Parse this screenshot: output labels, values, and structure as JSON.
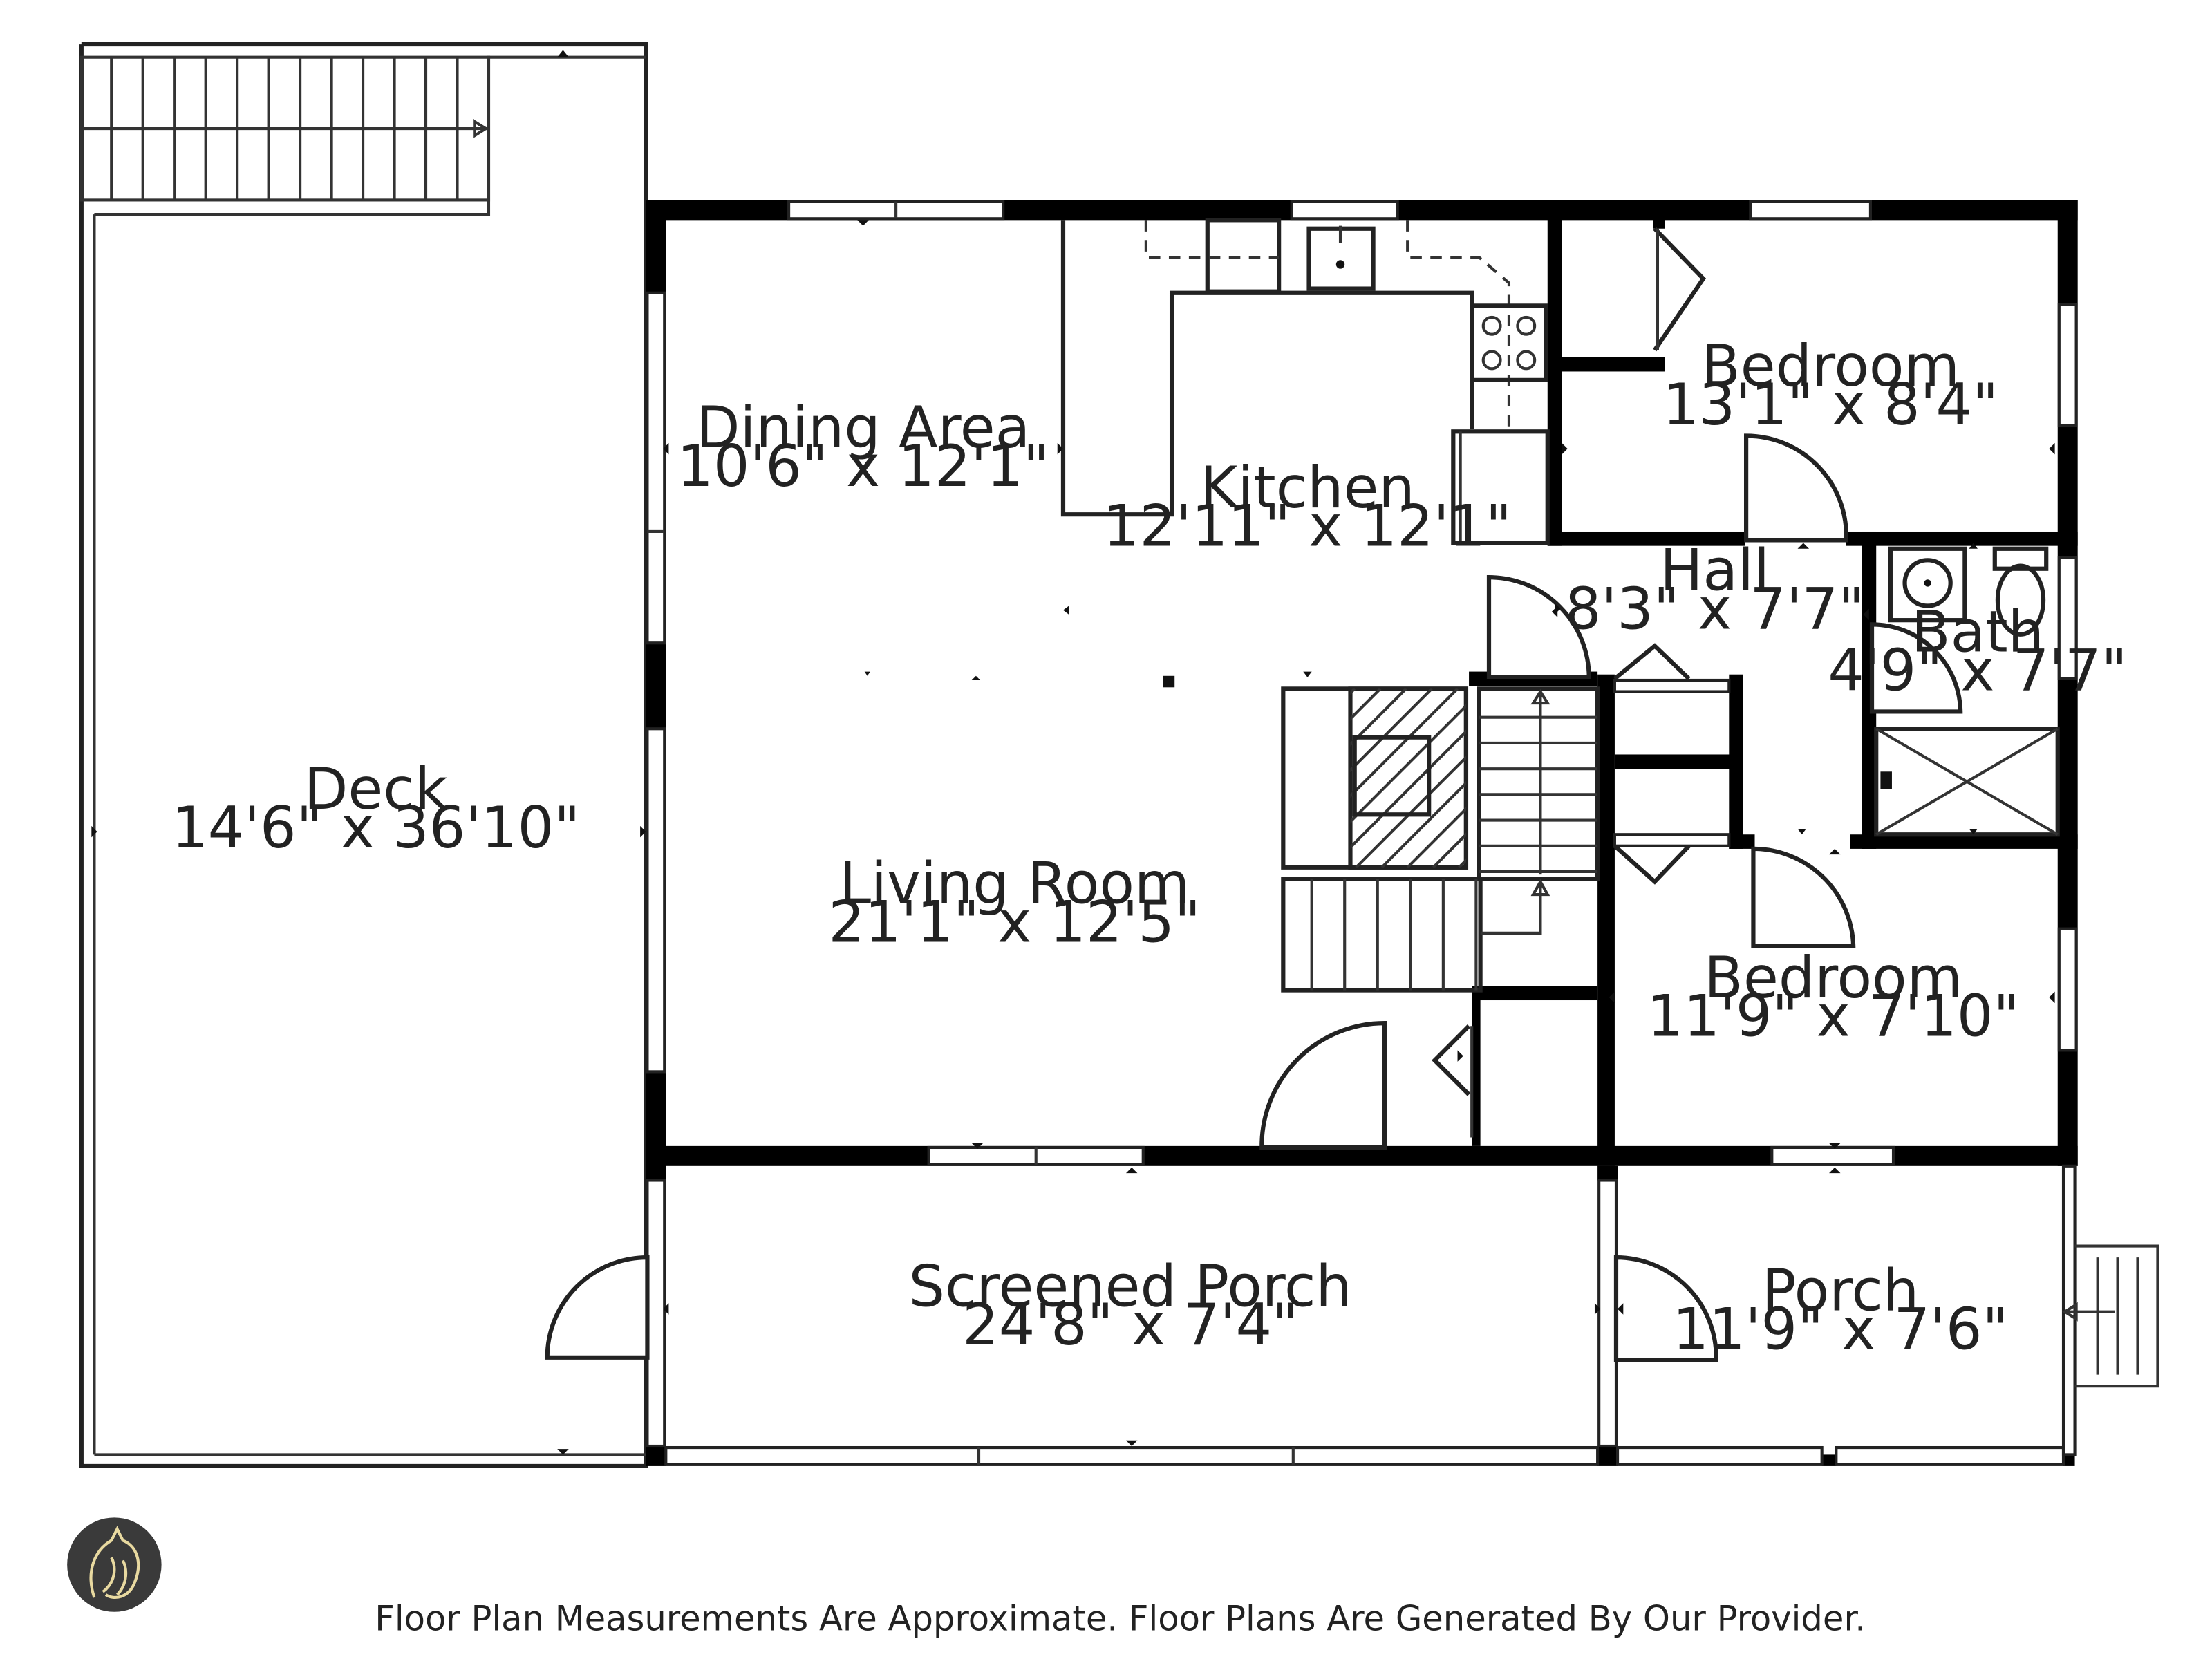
{
  "rooms": {
    "deck": {
      "name": "Deck",
      "dim": "14'6\" x 36'10\""
    },
    "dining": {
      "name": "Dining Area",
      "dim": "10'6\" x 12'1\""
    },
    "kitchen": {
      "name": "Kitchen",
      "dim": "12'11\" x 12'1\""
    },
    "bedroom1": {
      "name": "Bedroom",
      "dim": "13'1\" x 8'4\""
    },
    "hall": {
      "name": "Hall",
      "dim": "8'3\" x 7'7\""
    },
    "bath": {
      "name": "Bath",
      "dim": "4'9\" x 7'7\""
    },
    "living": {
      "name": "Living Room",
      "dim": "21'1\" x 12'5\""
    },
    "bedroom2": {
      "name": "Bedroom",
      "dim": "11'9\" x 7'10\""
    },
    "screened": {
      "name": "Screened Porch",
      "dim": "24'8\" x 7'4\""
    },
    "porch": {
      "name": "Porch",
      "dim": "11'9\" x 7'6\""
    }
  },
  "footer": {
    "disclaimer": "Floor Plan Measurements Are Approximate. Floor Plans Are Generated By Our Provider."
  },
  "logo": {
    "icon": "wolf-icon",
    "background": "#3a3a3a",
    "accent": "#e8d9a0"
  }
}
